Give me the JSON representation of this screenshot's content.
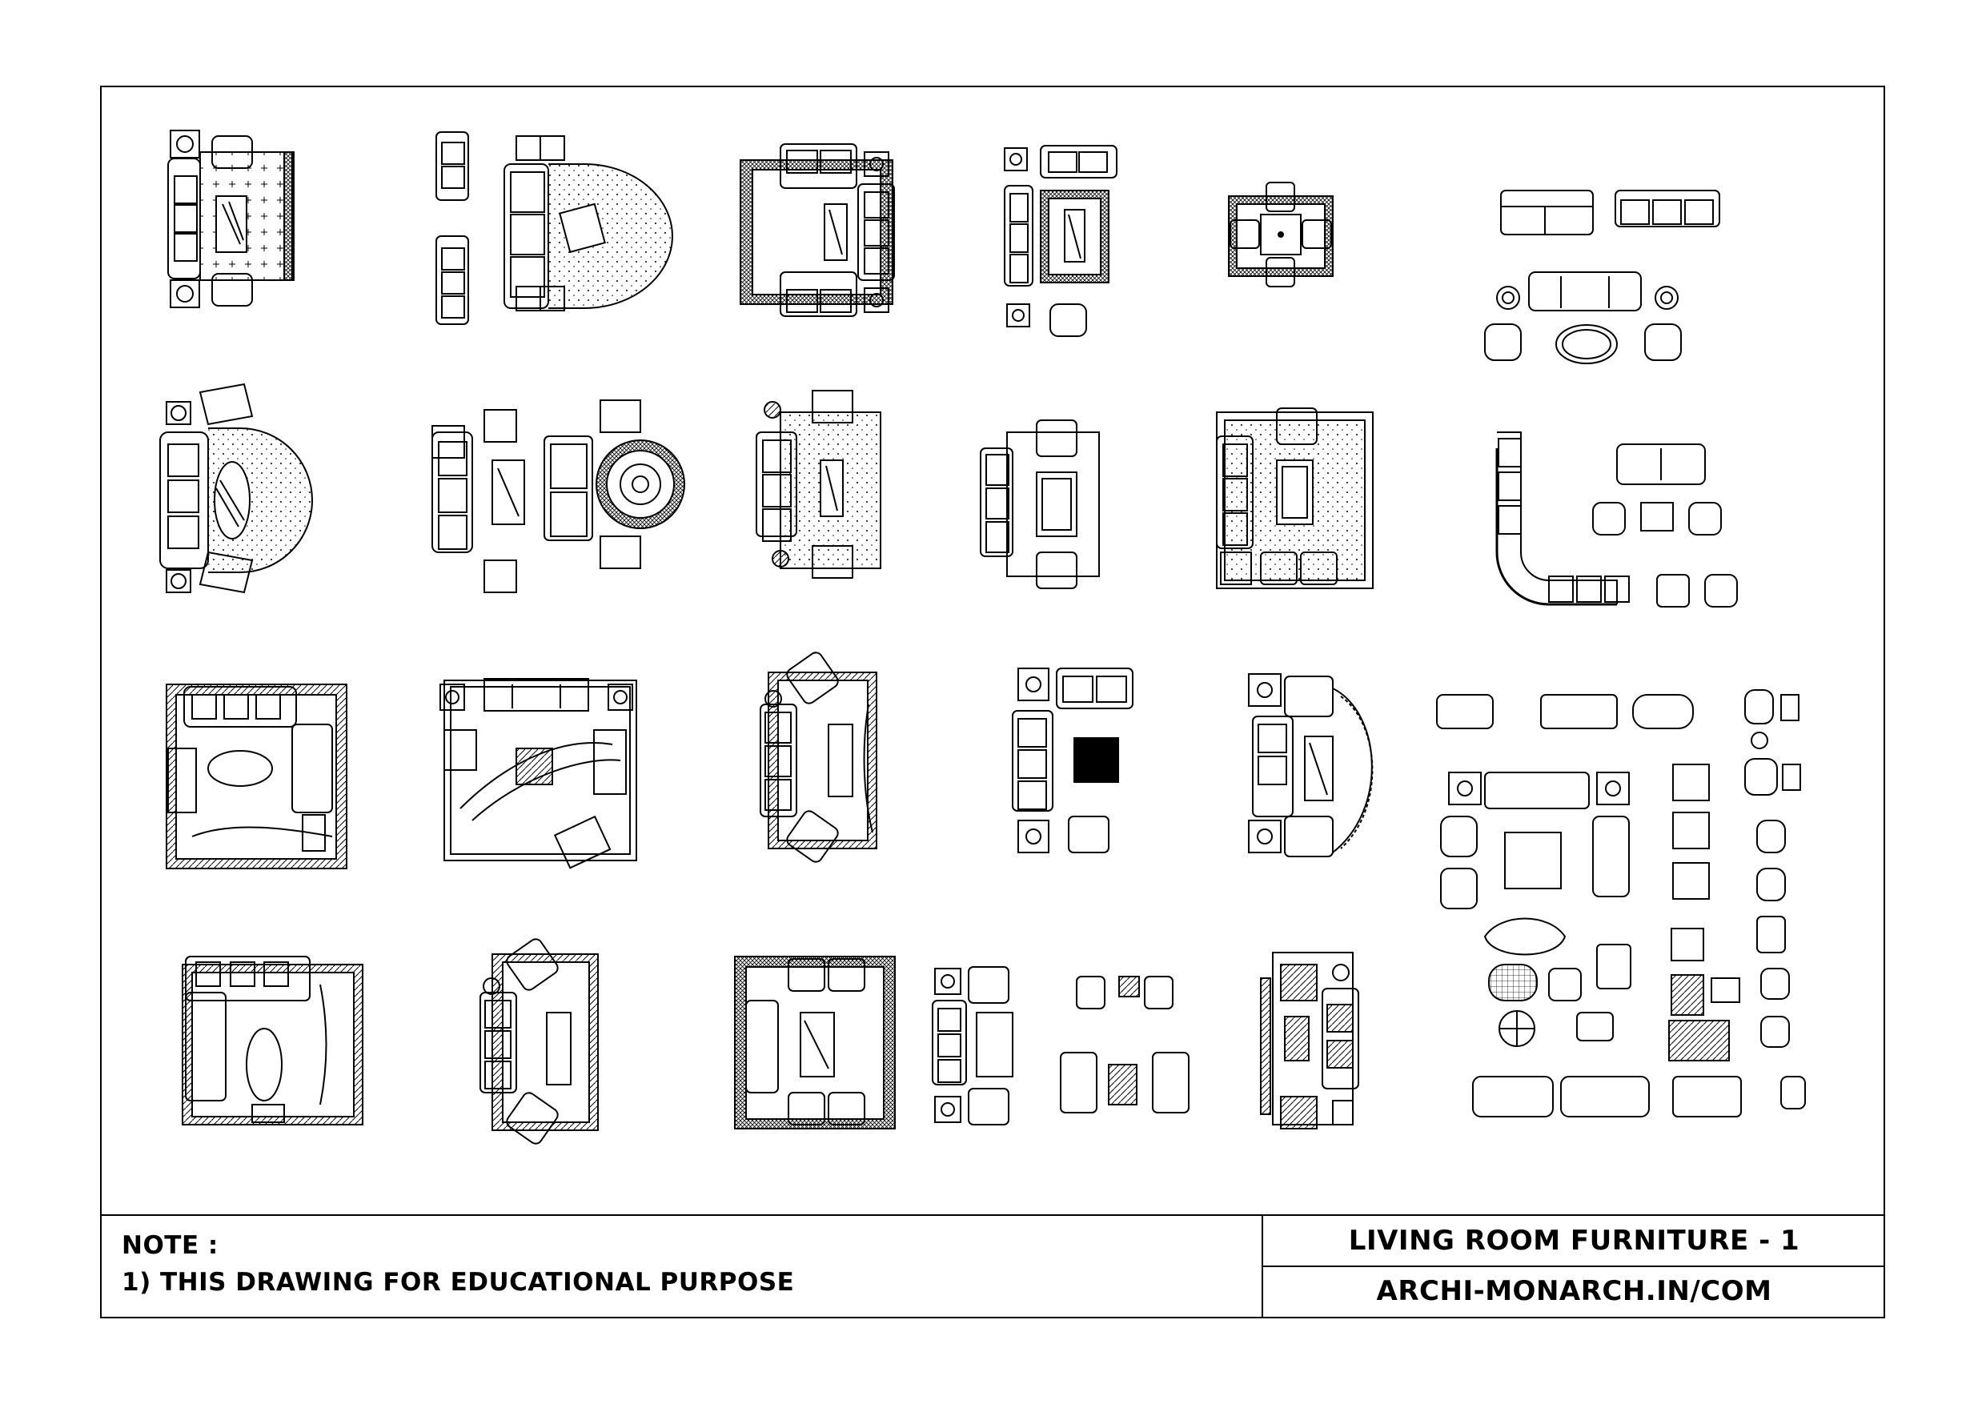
{
  "sheet": {
    "note_title": "NOTE :",
    "note_line_1": "1) THIS DRAWING FOR EDUCATIONAL PURPOSE",
    "drawing_title": "LIVING ROOM FURNITURE - 1",
    "website": "ARCHI-MONARCH.IN/COM"
  },
  "colors": {
    "ink": "#000000",
    "paper": "#ffffff"
  }
}
